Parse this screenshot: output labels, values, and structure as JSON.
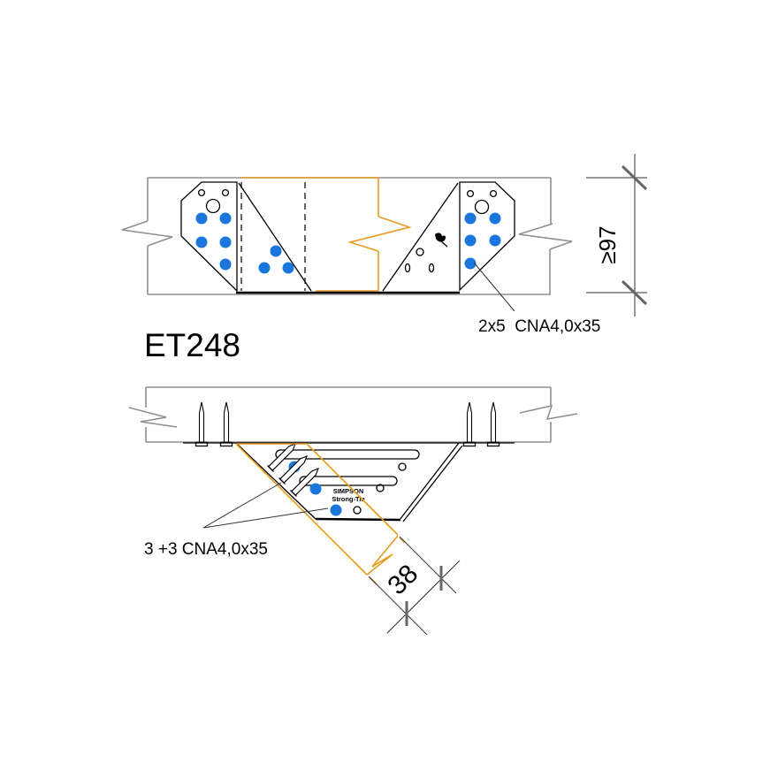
{
  "drawing": {
    "model_label": "ET248",
    "top_view": {
      "nail_callout": "2x5  CNA4,0x35",
      "height_dimension": "≥97"
    },
    "bottom_view": {
      "nail_callout": "3 +3 CNA4,0x35",
      "width_dimension": "38",
      "brand_line1": "SIMPSON",
      "brand_line2": "Strong-Tie"
    }
  },
  "colors": {
    "beam_gray": "#8f8f8f",
    "member_orange": "#e69b1e",
    "nail_blue": "#1b76db",
    "line_black": "#000000",
    "dim_gray": "#666666"
  }
}
